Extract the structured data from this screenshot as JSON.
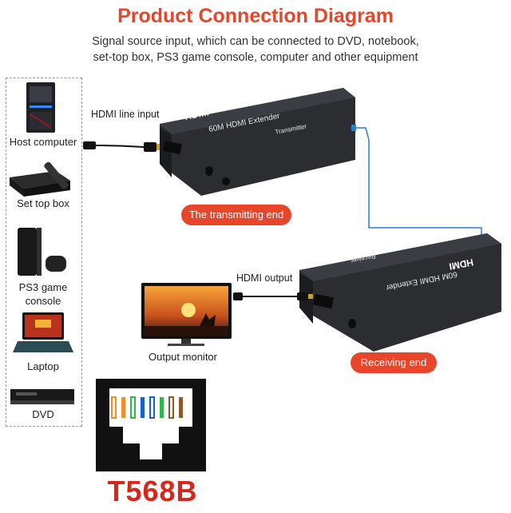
{
  "header": {
    "title": "Product Connection Diagram",
    "subtitle_line1": "Signal source input, which can be connected to DVD, notebook,",
    "subtitle_line2": "set-top box, PS3 game console, computer and other equipment"
  },
  "sources": {
    "host_computer": "Host computer",
    "set_top_box": "Set top box",
    "ps3_line1": "PS3 game",
    "ps3_line2": "console",
    "laptop": "Laptop",
    "dvd": "DVD"
  },
  "transmitter": {
    "input_label": "HDMI line input",
    "logo": "HDMI",
    "model": "60M HDMI Extender",
    "role": "Transmitter",
    "end_label": "The transmitting end"
  },
  "receiver": {
    "output_label": "HDMI output",
    "logo": "HDMI",
    "model": "60M HDMI Extender",
    "role": "Receiver",
    "end_label": "Receiving end"
  },
  "monitor": {
    "label": "Output monitor"
  },
  "wiring": {
    "standard": "T568B"
  },
  "colors": {
    "accent": "#e8462b",
    "device_body": "#2b2d31",
    "cable_blue": "#2a7fd4",
    "standard_red": "#d9261c"
  }
}
